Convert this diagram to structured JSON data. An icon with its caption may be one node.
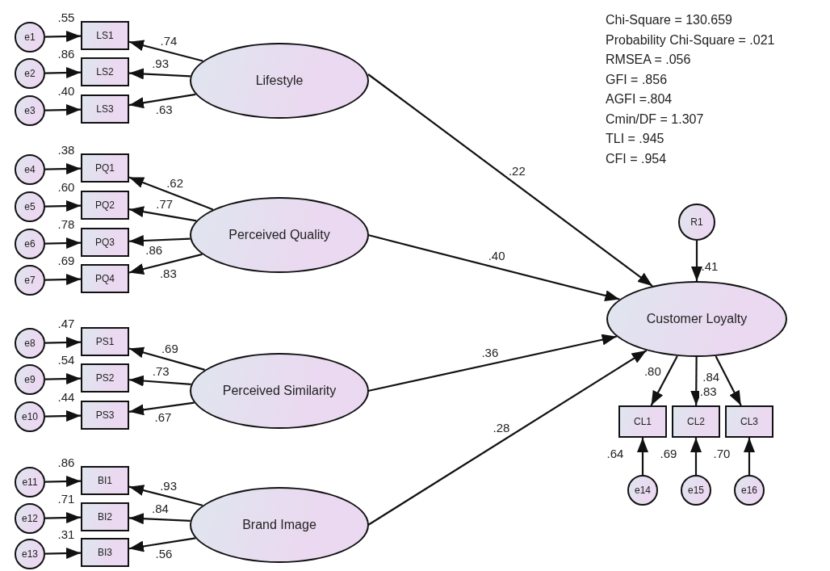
{
  "diagram": {
    "nodes": [
      {
        "text": [
          "Lifestyle"
        ]
      },
      {
        "text": [
          "LS1"
        ],
        "beside": [
          ".55"
        ]
      },
      {
        "text": [
          "LS2"
        ],
        "beside": [
          ".86"
        ]
      },
      {
        "text": [
          "LS3"
        ],
        "beside": [
          ".40"
        ]
      },
      {
        "text": [
          "e1"
        ]
      },
      {
        "text": [
          "e2"
        ]
      },
      {
        "text": [
          "e3"
        ]
      },
      {
        "text": [
          "Perceived Quality"
        ]
      },
      {
        "text": [
          "PQ1"
        ],
        "beside": [
          ".38"
        ]
      },
      {
        "text": [
          "PQ2"
        ],
        "beside": [
          ".60"
        ]
      },
      {
        "text": [
          "PQ3"
        ],
        "beside": [
          ".78"
        ]
      },
      {
        "text": [
          "PQ4"
        ],
        "beside": [
          ".69"
        ]
      },
      {
        "text": [
          "e4"
        ]
      },
      {
        "text": [
          "e5"
        ]
      },
      {
        "text": [
          "e6"
        ]
      },
      {
        "text": [
          "e7"
        ]
      },
      {
        "text": [
          "Perceived Similarity"
        ]
      },
      {
        "text": [
          "PS1"
        ],
        "beside": [
          ".47"
        ]
      },
      {
        "text": [
          "PS2"
        ],
        "beside": [
          ".54"
        ]
      },
      {
        "text": [
          "PS3"
        ],
        "beside": [
          ".44"
        ]
      },
      {
        "text": [
          "e8"
        ]
      },
      {
        "text": [
          "e9"
        ]
      },
      {
        "text": [
          "e10"
        ]
      },
      {
        "text": [
          "Brand Image"
        ]
      },
      {
        "text": [
          "BI1"
        ],
        "beside": [
          ".86"
        ]
      },
      {
        "text": [
          "BI2"
        ],
        "beside": [
          ".71"
        ]
      },
      {
        "text": [
          "BI3"
        ],
        "beside": [
          ".31"
        ]
      },
      {
        "text": [
          "e11"
        ]
      },
      {
        "text": [
          "e12"
        ]
      },
      {
        "text": [
          "e13"
        ]
      },
      {
        "text": [
          "Customer Loyalty"
        ],
        "beside": [
          ".41"
        ]
      },
      {
        "text": [
          "R1"
        ]
      },
      {
        "text": [
          "CL1"
        ],
        "beside": [
          ".64"
        ]
      },
      {
        "text": [
          "CL2"
        ],
        "beside": [
          ".69"
        ]
      },
      {
        "text": [
          "CL3"
        ],
        "beside": [
          ".70"
        ]
      },
      {
        "text": [
          "e14"
        ]
      },
      {
        "text": [
          "e15"
        ]
      },
      {
        "text": [
          "e16"
        ]
      }
    ],
    "edges": [
      {
        "from": 0,
        "to": 1,
        "arrow": "to",
        "label": ".74"
      },
      {
        "from": 0,
        "to": 2,
        "arrow": "to",
        "label": ".93"
      },
      {
        "from": 0,
        "to": 3,
        "arrow": "to",
        "label": ".63"
      },
      {
        "from": 4,
        "to": 1,
        "arrow": "to"
      },
      {
        "from": 5,
        "to": 2,
        "arrow": "to"
      },
      {
        "from": 6,
        "to": 3,
        "arrow": "to"
      },
      {
        "from": 7,
        "to": 8,
        "arrow": "to",
        "label": ".62"
      },
      {
        "from": 7,
        "to": 9,
        "arrow": "to",
        "label": ".77"
      },
      {
        "from": 7,
        "to": 10,
        "arrow": "to",
        "label": ".86"
      },
      {
        "from": 7,
        "to": 11,
        "arrow": "to",
        "label": ".83"
      },
      {
        "from": 12,
        "to": 8,
        "arrow": "to"
      },
      {
        "from": 13,
        "to": 9,
        "arrow": "to"
      },
      {
        "from": 14,
        "to": 10,
        "arrow": "to"
      },
      {
        "from": 15,
        "to": 11,
        "arrow": "to"
      },
      {
        "from": 16,
        "to": 17,
        "arrow": "to",
        "label": ".69"
      },
      {
        "from": 16,
        "to": 18,
        "arrow": "to",
        "label": ".73"
      },
      {
        "from": 16,
        "to": 19,
        "arrow": "to",
        "label": ".67"
      },
      {
        "from": 20,
        "to": 17,
        "arrow": "to"
      },
      {
        "from": 21,
        "to": 18,
        "arrow": "to"
      },
      {
        "from": 22,
        "to": 19,
        "arrow": "to"
      },
      {
        "from": 23,
        "to": 24,
        "arrow": "to",
        "label": ".93"
      },
      {
        "from": 23,
        "to": 25,
        "arrow": "to",
        "label": ".84"
      },
      {
        "from": 23,
        "to": 26,
        "arrow": "to",
        "label": ".56"
      },
      {
        "from": 27,
        "to": 24,
        "arrow": "to"
      },
      {
        "from": 28,
        "to": 25,
        "arrow": "to"
      },
      {
        "from": 29,
        "to": 26,
        "arrow": "to"
      },
      {
        "from": 0,
        "to": 30,
        "arrow": "to",
        "label": ".22"
      },
      {
        "from": 7,
        "to": 30,
        "arrow": "to",
        "label": ".40"
      },
      {
        "from": 16,
        "to": 30,
        "arrow": "to",
        "label": ".36"
      },
      {
        "from": 23,
        "to": 30,
        "arrow": "to",
        "label": ".28"
      },
      {
        "from": 31,
        "to": 30,
        "arrow": "to"
      },
      {
        "from": 30,
        "to": 32,
        "arrow": "to",
        "label": ".80"
      },
      {
        "from": 30,
        "to": 33,
        "arrow": "to",
        "label": ".83"
      },
      {
        "from": 30,
        "to": 34,
        "arrow": "to",
        "label": ".84"
      },
      {
        "from": 35,
        "to": 32,
        "arrow": "to"
      },
      {
        "from": 36,
        "to": 33,
        "arrow": "to"
      },
      {
        "from": 37,
        "to": 34,
        "arrow": "to"
      }
    ],
    "labels": [
      "Chi-Square = 130.659",
      "Probability Chi-Square = .021",
      "RMSEA = .056",
      "GFI = .856",
      "AGFI =.804",
      "Cmin/DF = 1.307",
      "TLI = .945",
      "CFI = .954"
    ]
  }
}
